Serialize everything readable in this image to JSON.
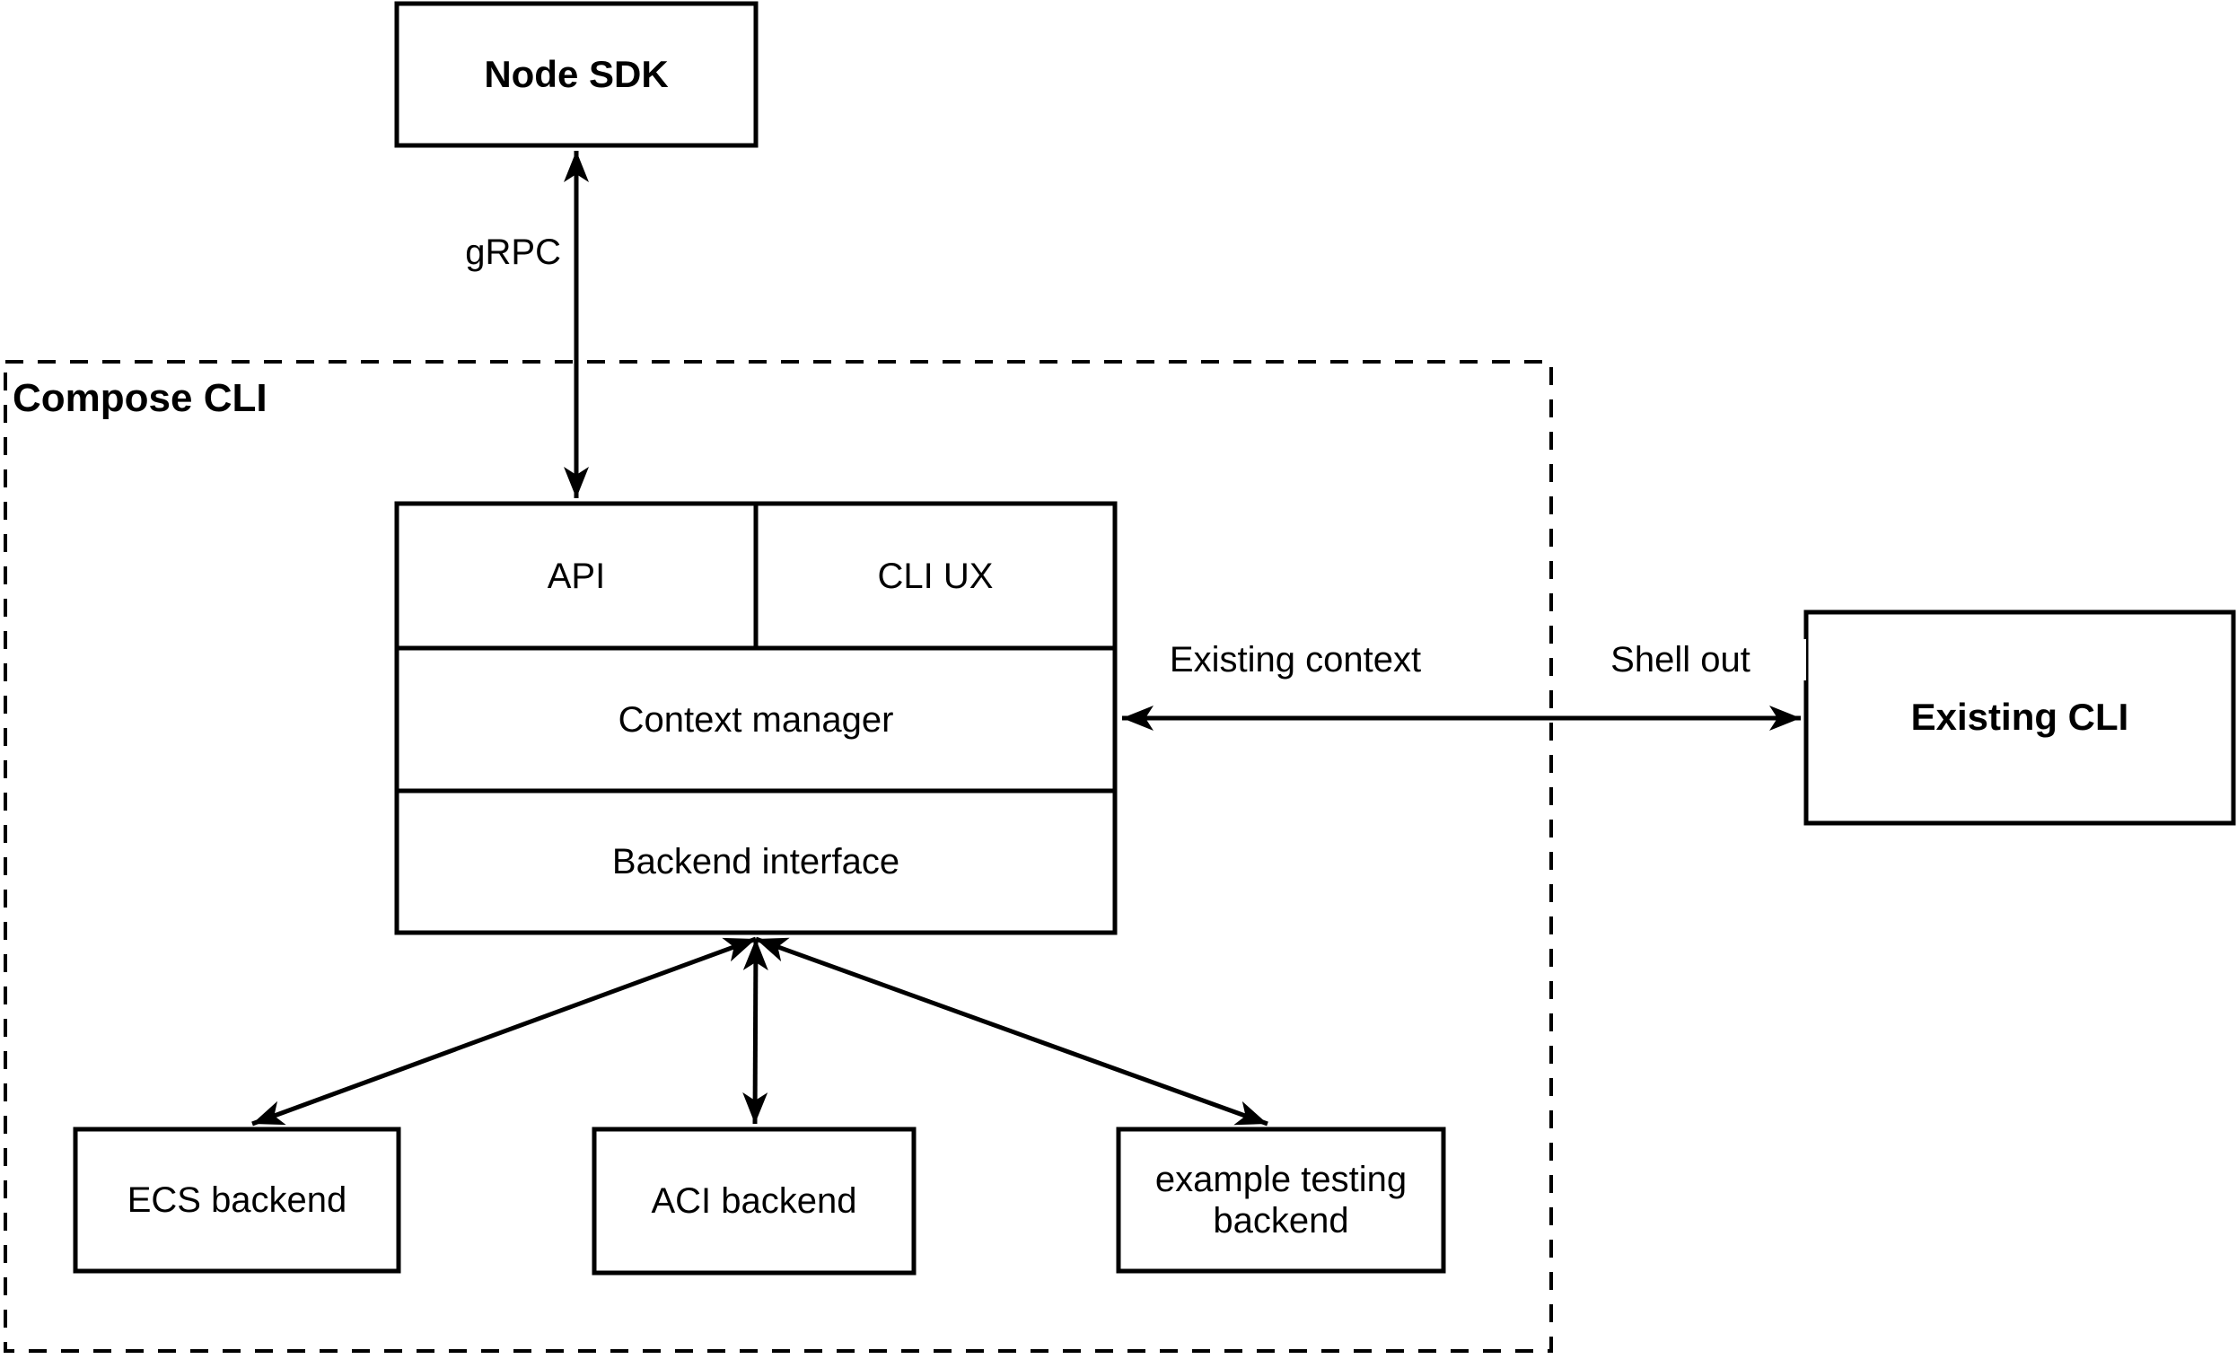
{
  "diagram": {
    "container_label": "Compose CLI",
    "nodes": {
      "node_sdk": "Node SDK",
      "api": "API",
      "cli_ux": "CLI UX",
      "context_manager": "Context manager",
      "backend_interface": "Backend interface",
      "existing_cli": "Existing CLI",
      "ecs_backend": "ECS backend",
      "aci_backend": "ACI backend",
      "example_testing_backend": "example testing backend"
    },
    "edge_labels": {
      "grpc": "gRPC",
      "existing_context": "Existing context",
      "shell_out": "Shell out"
    },
    "colors": {
      "stroke": "#000000",
      "node_fill": "#ffffff",
      "background": "#ffffff"
    }
  }
}
